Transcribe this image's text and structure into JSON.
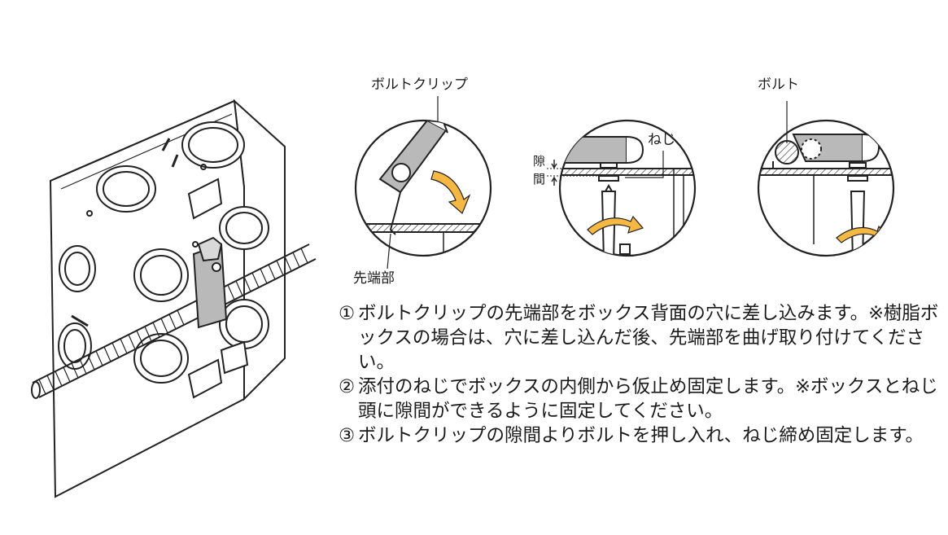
{
  "labels": {
    "bolt_clip": "ボルトクリップ",
    "tip": "先端部",
    "gap_1": "隙",
    "gap_2": "間",
    "screw": "ねじ",
    "bolt": "ボルト"
  },
  "steps": [
    {
      "num": "①",
      "text": "ボルトクリップの先端部をボックス背面の穴に差し込みます。※樹脂ボックスの場合は、穴に差し込んだ後、先端部を曲げ取り付けてください。"
    },
    {
      "num": "②",
      "text": "添付のねじでボックスの内側から仮止め固定します。※ボックスとねじ頭に隙間ができるように固定してください。"
    },
    {
      "num": "③",
      "text": "ボルトクリップの隙間よりボルトを押し入れ、ねじ締め固定します。"
    }
  ],
  "colors": {
    "line": "#222222",
    "accent_arrow": "#f5b843",
    "clip_gray": "#b9b9b9"
  }
}
